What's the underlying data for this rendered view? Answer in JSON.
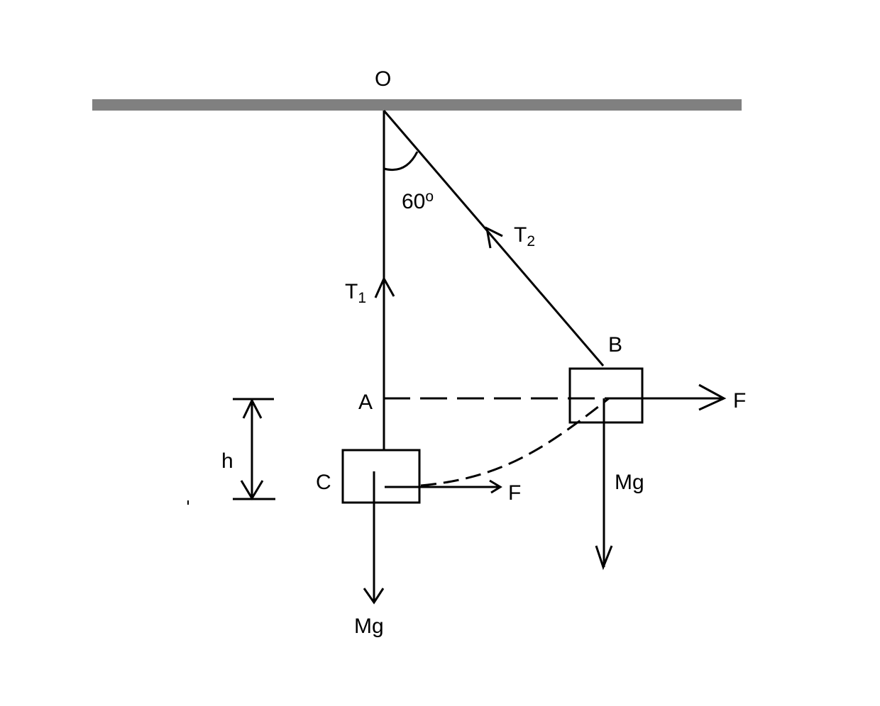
{
  "labels": {
    "pivot": "O",
    "angle": "60",
    "degree": "o",
    "tension2": "T",
    "tension2_sub": "2",
    "tension1": "T",
    "tension1_sub": "1",
    "point_a": "A",
    "point_b": "B",
    "point_c": "C",
    "force_b": "F",
    "force_c": "F",
    "weight_b": "Mg",
    "weight_c": "Mg",
    "height": "h"
  },
  "colors": {
    "ceiling": "#808080",
    "line": "#000000"
  }
}
